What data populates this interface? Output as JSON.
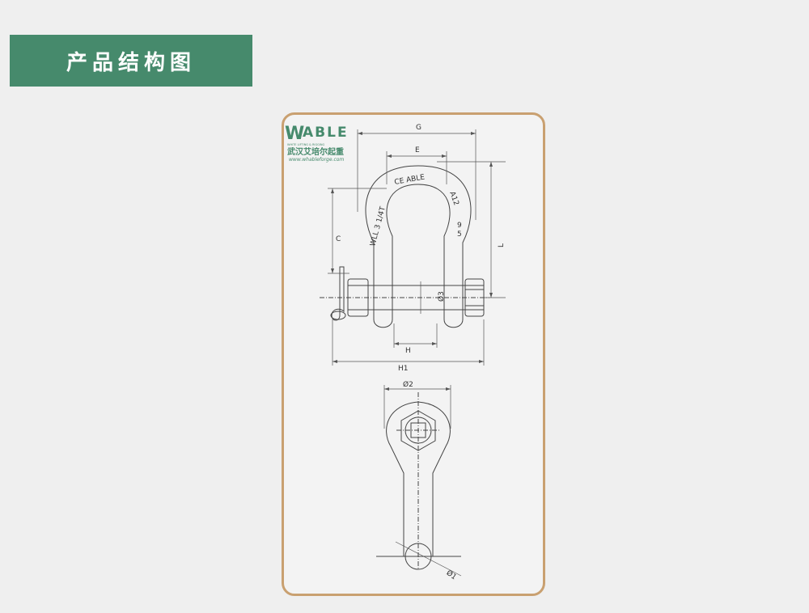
{
  "header": {
    "title": "产品结构图"
  },
  "logo": {
    "brand_letters": "ABLE",
    "brand_initial": "W",
    "tagline": "WHITE LIFTING & RIGGING",
    "company_cn": "武汉艾培尔起重",
    "website": "www.whableforge.com",
    "color": "#468a6c"
  },
  "drawing": {
    "stamp_top": "CE ABLE",
    "stamp_left": "WLL 3 1/4T",
    "stamp_right_a": "A12",
    "stamp_right_b": "9",
    "stamp_right_c": "5",
    "dims": {
      "G": "G",
      "E": "E",
      "L": "L",
      "C": "C",
      "H": "H",
      "H1": "H1",
      "d3": "Ø3",
      "d2": "Ø2",
      "d1": "Ø1"
    }
  },
  "colors": {
    "accent": "#468a6c",
    "frame": "#c9a070",
    "background": "#efefef"
  }
}
